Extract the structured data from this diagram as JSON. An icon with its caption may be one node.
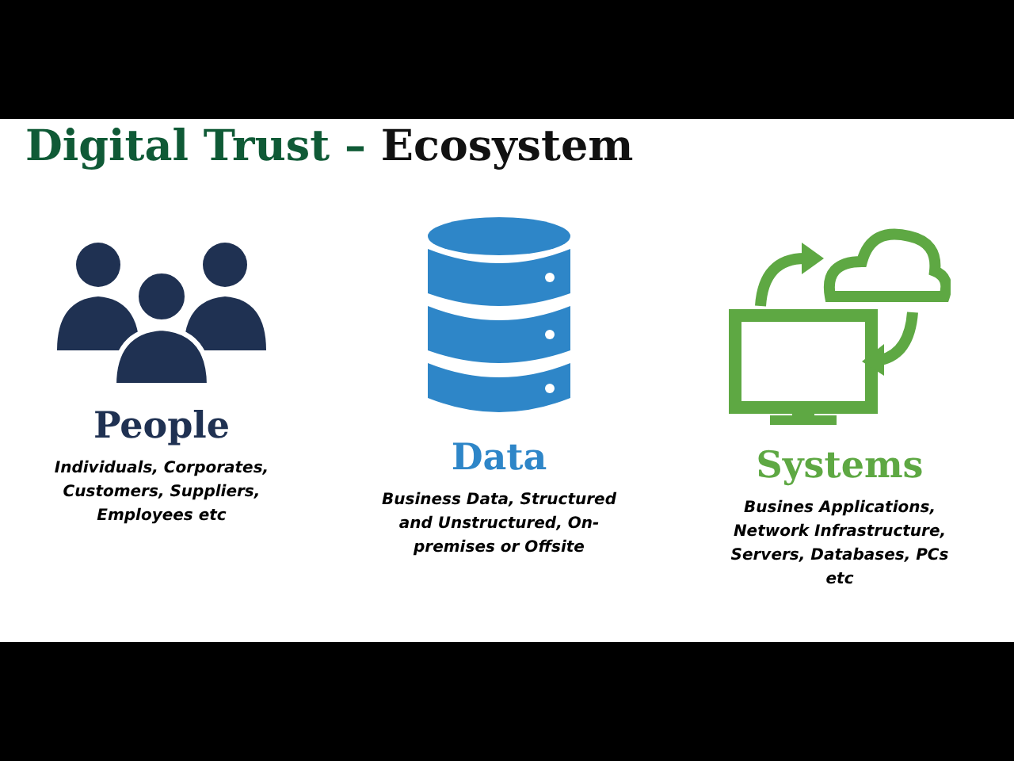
{
  "diagram": {
    "title": "Digital Trust – Ecosystem",
    "nodes": [
      {
        "text": [
          "People",
          "Individuals, Corporates, Customers, Suppliers, Employees etc"
        ]
      },
      {
        "text": [
          "Data",
          "Business Data, Structured and Unstructured, On-premises or Offsite"
        ]
      },
      {
        "text": [
          "Systems",
          "Busines Applications, Network Infrastructure, Servers, Databases, PCs etc"
        ]
      }
    ],
    "edges": []
  }
}
